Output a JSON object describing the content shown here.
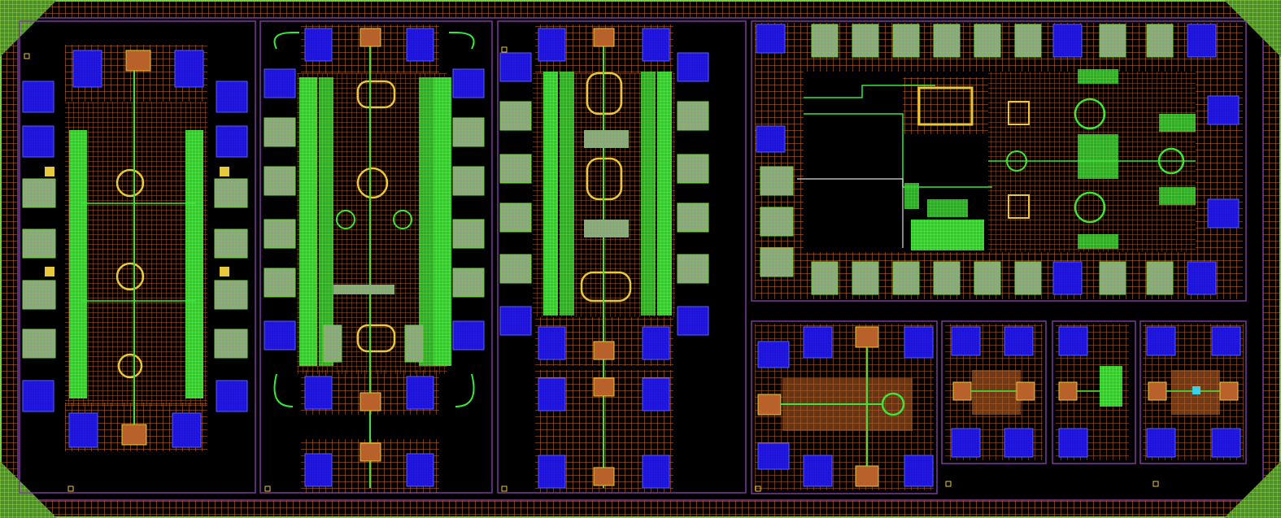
{
  "layout_view": {
    "background": "#000000",
    "layers": {
      "metal_mesh": "#d9752d",
      "metal_fill": "#b8612a",
      "via": "#e8c83c",
      "pad": "#1d12d8",
      "pad_border": "#2a2aa8",
      "gate": "#38e838",
      "device": "#2ecc2e",
      "device_body": "#a8a8a8",
      "boundary": "#7a3a9a",
      "seal_ring": "#6fd23a"
    },
    "blocks": [
      {
        "id": "amplifier-1"
      },
      {
        "id": "amplifier-2"
      },
      {
        "id": "amplifier-3"
      },
      {
        "id": "mixer-array"
      },
      {
        "id": "coupler-test"
      },
      {
        "id": "test-structure-1"
      },
      {
        "id": "test-structure-2"
      },
      {
        "id": "test-structure-3"
      }
    ]
  }
}
